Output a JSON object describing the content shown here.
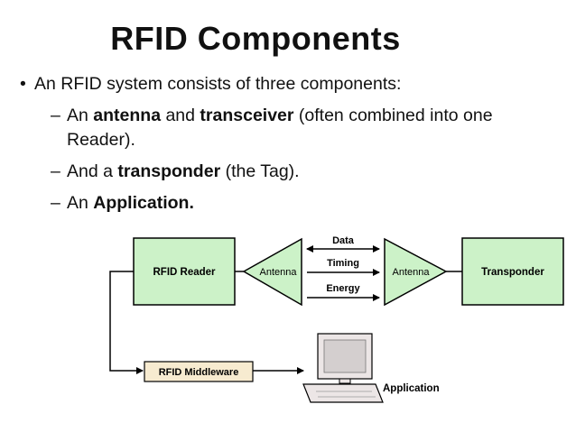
{
  "slide": {
    "title": "RFID Components",
    "bullet": "An RFID system consists of three components:",
    "sub1": {
      "pre": "An ",
      "b1": "antenna",
      "mid": " and ",
      "b2": "transceiver",
      "post": " (often combined into one Reader)."
    },
    "sub2": {
      "pre": "And a ",
      "b1": "transponder",
      "post": " (the Tag)."
    },
    "sub3": {
      "pre": "An ",
      "b1": "Application."
    }
  },
  "diagram": {
    "reader": "RFID Reader",
    "antenna_left": "Antenna",
    "antenna_right": "Antenna",
    "transponder": "Transponder",
    "data": "Data",
    "timing": "Timing",
    "energy": "Energy",
    "middleware": "RFID Middleware",
    "application": "Application",
    "colors": {
      "green": "#ccf2c8",
      "middleware": "#f7ebd0",
      "computer": "#ece6e6"
    }
  }
}
